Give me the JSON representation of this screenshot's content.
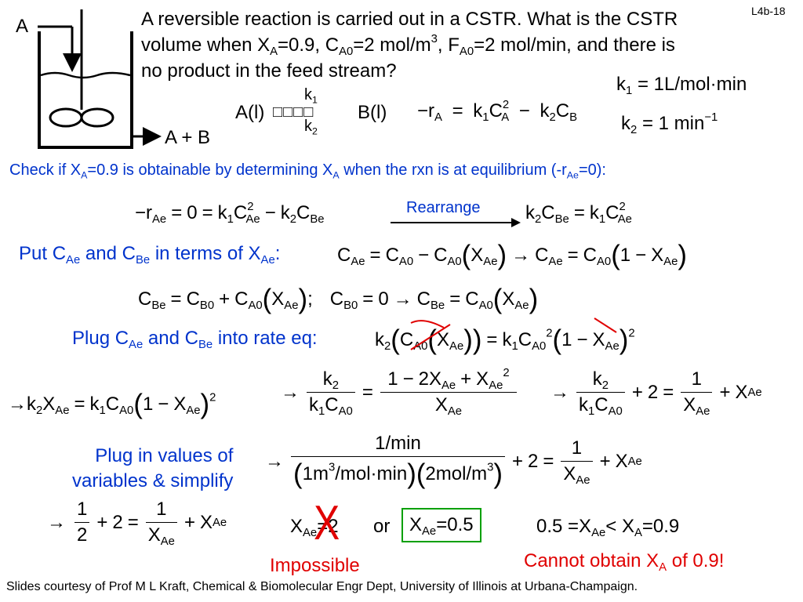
{
  "slide_number": "L4b-18",
  "problem": {
    "line1": "A reversible reaction is carried out in a CSTR.  What is the CSTR",
    "line2_a": "volume when X",
    "line2_b": "=0.9, C",
    "line2_c": "=2 mol/m",
    "line2_d": ", F",
    "line2_e": "=2 mol/min, and there is",
    "line3": "no product in the feed stream?",
    "sub_A": "A",
    "sub_A0": "A0",
    "sup_3": "3"
  },
  "diagram": {
    "feed_label": "A",
    "outlet_label": "A + B"
  },
  "reaction": {
    "reactant": "A",
    "reactant_phase": "(l)",
    "product": "B",
    "product_phase": "(l)",
    "forward_k": "k",
    "forward_k_sub": "1",
    "reverse_k": "k",
    "reverse_k_sub": "2",
    "glyphs": "□□□□"
  },
  "rate_law": {
    "lhs": "−r",
    "lhs_sub": "A",
    "eq": "=",
    "t1": "k",
    "t1_sub": "1",
    "t1_c": "C",
    "t1_c_sub": "A",
    "t1_pow": "2",
    "minus": "−",
    "t2": "k",
    "t2_sub": "2",
    "t2_c": "C",
    "t2_c_sub": "B"
  },
  "constants": {
    "k1_label": "k",
    "k1_sub": "1",
    "k1_value": "= 1L/mol·min",
    "k2_label": "k",
    "k2_sub": "2",
    "k2_value": "= 1 min",
    "k2_pow": "−1"
  },
  "check_line": {
    "a": "Check if X",
    "a_sub": "A",
    "b": "=0.9 is obtainable by determining X",
    "b_sub": "A",
    "c": " when the rxn is at equilibrium (-r",
    "c_sub": "Ae",
    "d": "=0):"
  },
  "rearrange_label": "Rearrange",
  "put_line": {
    "a": "Put C",
    "a_sub": "Ae",
    "b": " and C",
    "b_sub": "Be",
    "c": " in terms of X",
    "c_sub": "Ae",
    "d": ":"
  },
  "plug_line": {
    "a": "Plug C",
    "a_sub": "Ae",
    "b": " and C",
    "b_sub": "Be",
    "c": " into rate eq:"
  },
  "plug_values_label": {
    "line1": "Plug in values of",
    "line2": "variables & simplify"
  },
  "results": {
    "x_mark": "X",
    "neg_value": "=2",
    "or": "or",
    "pos_value": "=0.5",
    "impossible": "Impossible",
    "compare_a": "0.5 =X",
    "compare_b": "< X",
    "compare_c": "=0.9",
    "cannot_a": "Cannot obtain X",
    "cannot_sub": "A",
    "cannot_b": " of 0.9!"
  },
  "footer": "Slides courtesy of Prof M L Kraft, Chemical & Biomolecular Engr Dept, University of Illinois at Urbana-Champaign."
}
